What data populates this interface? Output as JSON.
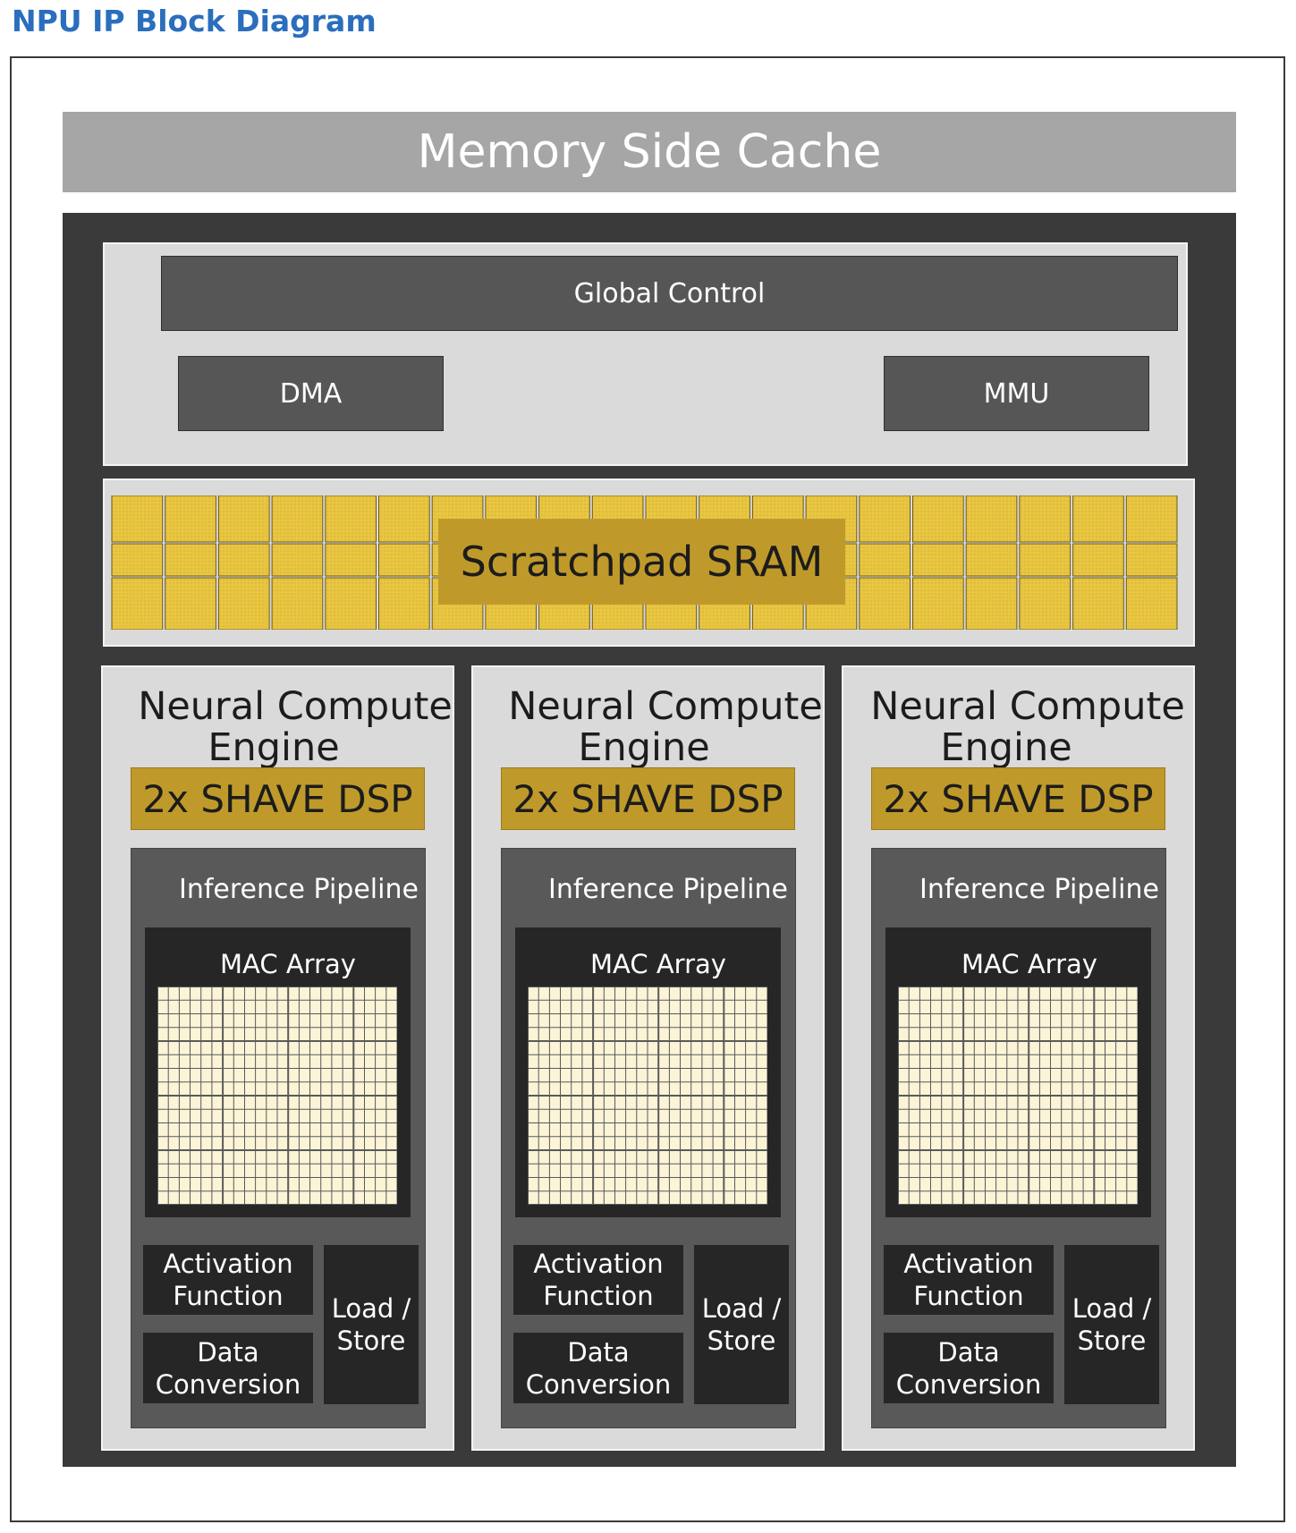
{
  "title": "NPU IP Block Diagram",
  "memory_side_cache": "Memory Side Cache",
  "global_control": "Global Control",
  "dma": "DMA",
  "mmu": "MMU",
  "scratchpad": "Scratchpad SRAM",
  "nce": [
    {
      "title_line1": "Neural Compute",
      "title_line2": "Engine",
      "dsp": "2x SHAVE DSP",
      "pipeline": "Inference Pipeline",
      "mac": "MAC Array",
      "activation_1": "Activation",
      "activation_2": "Function",
      "conversion_1": "Data",
      "conversion_2": "Conversion",
      "loadstore_1": "Load /",
      "loadstore_2": "Store"
    },
    {
      "title_line1": "Neural Compute",
      "title_line2": "Engine",
      "dsp": "2x SHAVE DSP",
      "pipeline": "Inference Pipeline",
      "mac": "MAC Array",
      "activation_1": "Activation",
      "activation_2": "Function",
      "conversion_1": "Data",
      "conversion_2": "Conversion",
      "loadstore_1": "Load /",
      "loadstore_2": "Store"
    },
    {
      "title_line1": "Neural Compute",
      "title_line2": "Engine",
      "dsp": "2x SHAVE DSP",
      "pipeline": "Inference Pipeline",
      "mac": "MAC Array",
      "activation_1": "Activation",
      "activation_2": "Function",
      "conversion_1": "Data",
      "conversion_2": "Conversion",
      "loadstore_1": "Load /",
      "loadstore_2": "Store"
    }
  ],
  "colors": {
    "cache": "#a6a6a6",
    "core": "#3a3a3a",
    "region": "#dadada",
    "block": "#565656",
    "gold": "#bf9a2b",
    "sram_cell": "#e9c642",
    "mac_cell": "#fbf4d6",
    "title": "#2a6ebd"
  }
}
